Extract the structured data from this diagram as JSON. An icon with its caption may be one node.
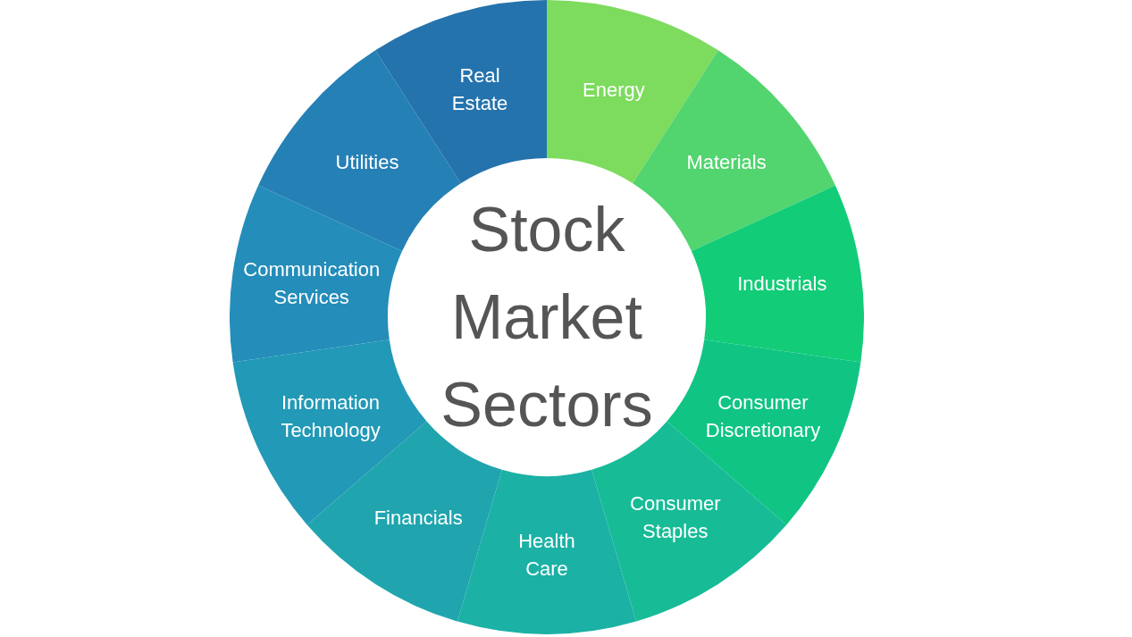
{
  "diagram": {
    "nodes": [
      {
        "text": [
          "Stock Market Sectors"
        ]
      },
      {
        "text": [
          "Energy"
        ]
      },
      {
        "text": [
          "Materials"
        ]
      },
      {
        "text": [
          "Industrials"
        ]
      },
      {
        "text": [
          "Consumer Discretionary"
        ]
      },
      {
        "text": [
          "Consumer Staples"
        ]
      },
      {
        "text": [
          "Health Care"
        ]
      },
      {
        "text": [
          "Financials"
        ]
      },
      {
        "text": [
          "Information Technology"
        ]
      },
      {
        "text": [
          "Communication Services"
        ]
      },
      {
        "text": [
          "Utilities"
        ]
      },
      {
        "text": [
          "Real Estate"
        ]
      }
    ]
  }
}
